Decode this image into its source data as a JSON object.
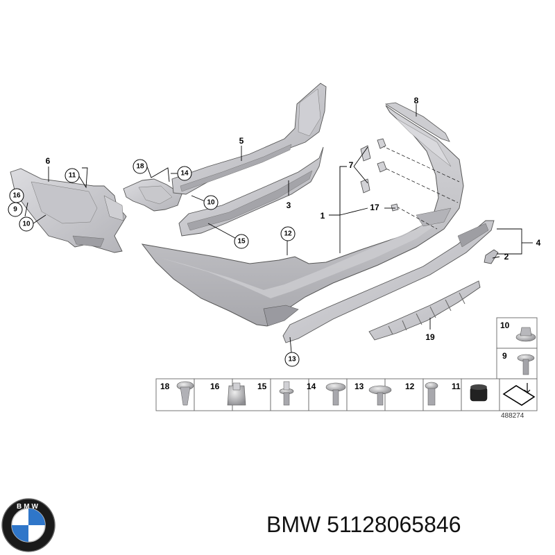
{
  "brand": {
    "name": "BMW",
    "part_number": "51128065846",
    "logo_letters": "BMW"
  },
  "diagram": {
    "id": "488274",
    "callouts": [
      "1",
      "2",
      "3",
      "4",
      "5",
      "6",
      "7",
      "8",
      "9",
      "10",
      "11",
      "12",
      "13",
      "14",
      "15",
      "16",
      "17",
      "18",
      "19"
    ],
    "legend_cells": [
      "18",
      "16",
      "15",
      "14",
      "13",
      "12",
      "11",
      "10",
      "9"
    ]
  }
}
